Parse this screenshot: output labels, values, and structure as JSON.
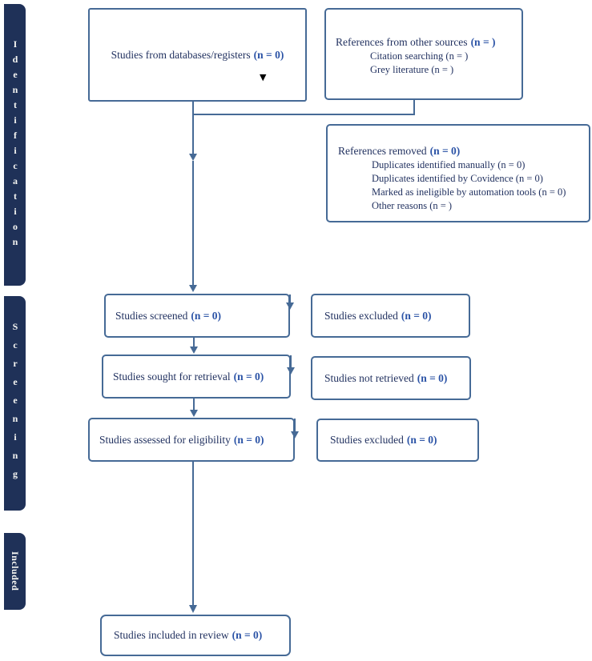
{
  "sidebar": {
    "stages": [
      {
        "label": "Identification"
      },
      {
        "label": "Screening"
      },
      {
        "label": "Included"
      }
    ]
  },
  "boxes": {
    "databases": {
      "label": "Studies from databases/registers",
      "n": "(n = 0)"
    },
    "other_sources": {
      "label": "References from other sources",
      "n": "(n = )",
      "items": [
        "Citation searching (n = )",
        "Grey literature (n = )"
      ]
    },
    "references_removed": {
      "label": "References removed",
      "n": "(n = 0)",
      "items": [
        "Duplicates identified manually (n = 0)",
        "Duplicates identified by Covidence (n = 0)",
        "Marked as ineligible by automation tools (n = 0)",
        "Other reasons (n = )"
      ]
    },
    "screened": {
      "label": "Studies screened",
      "n": "(n = 0)"
    },
    "excluded_screening": {
      "label": "Studies excluded",
      "n": "(n = 0)"
    },
    "sought": {
      "label": "Studies sought for retrieval",
      "n": "(n = 0)"
    },
    "not_retrieved": {
      "label": "Studies not retrieved",
      "n": "(n = 0)"
    },
    "assessed": {
      "label": "Studies assessed for eligibility",
      "n": "(n = 0)"
    },
    "excluded_eligibility": {
      "label": "Studies excluded",
      "n": "(n = 0)"
    },
    "included": {
      "label": "Studies included in review",
      "n": "(n = 0)"
    }
  },
  "icons": {
    "dropdown_caret": "▼"
  },
  "colors": {
    "box_border": "#466A96",
    "connector": "#466A96",
    "sidebar_bg": "#1F3158",
    "count_blue": "#2B53A6",
    "text_navy": "#1F2F5E",
    "caret_black": "#000000"
  }
}
